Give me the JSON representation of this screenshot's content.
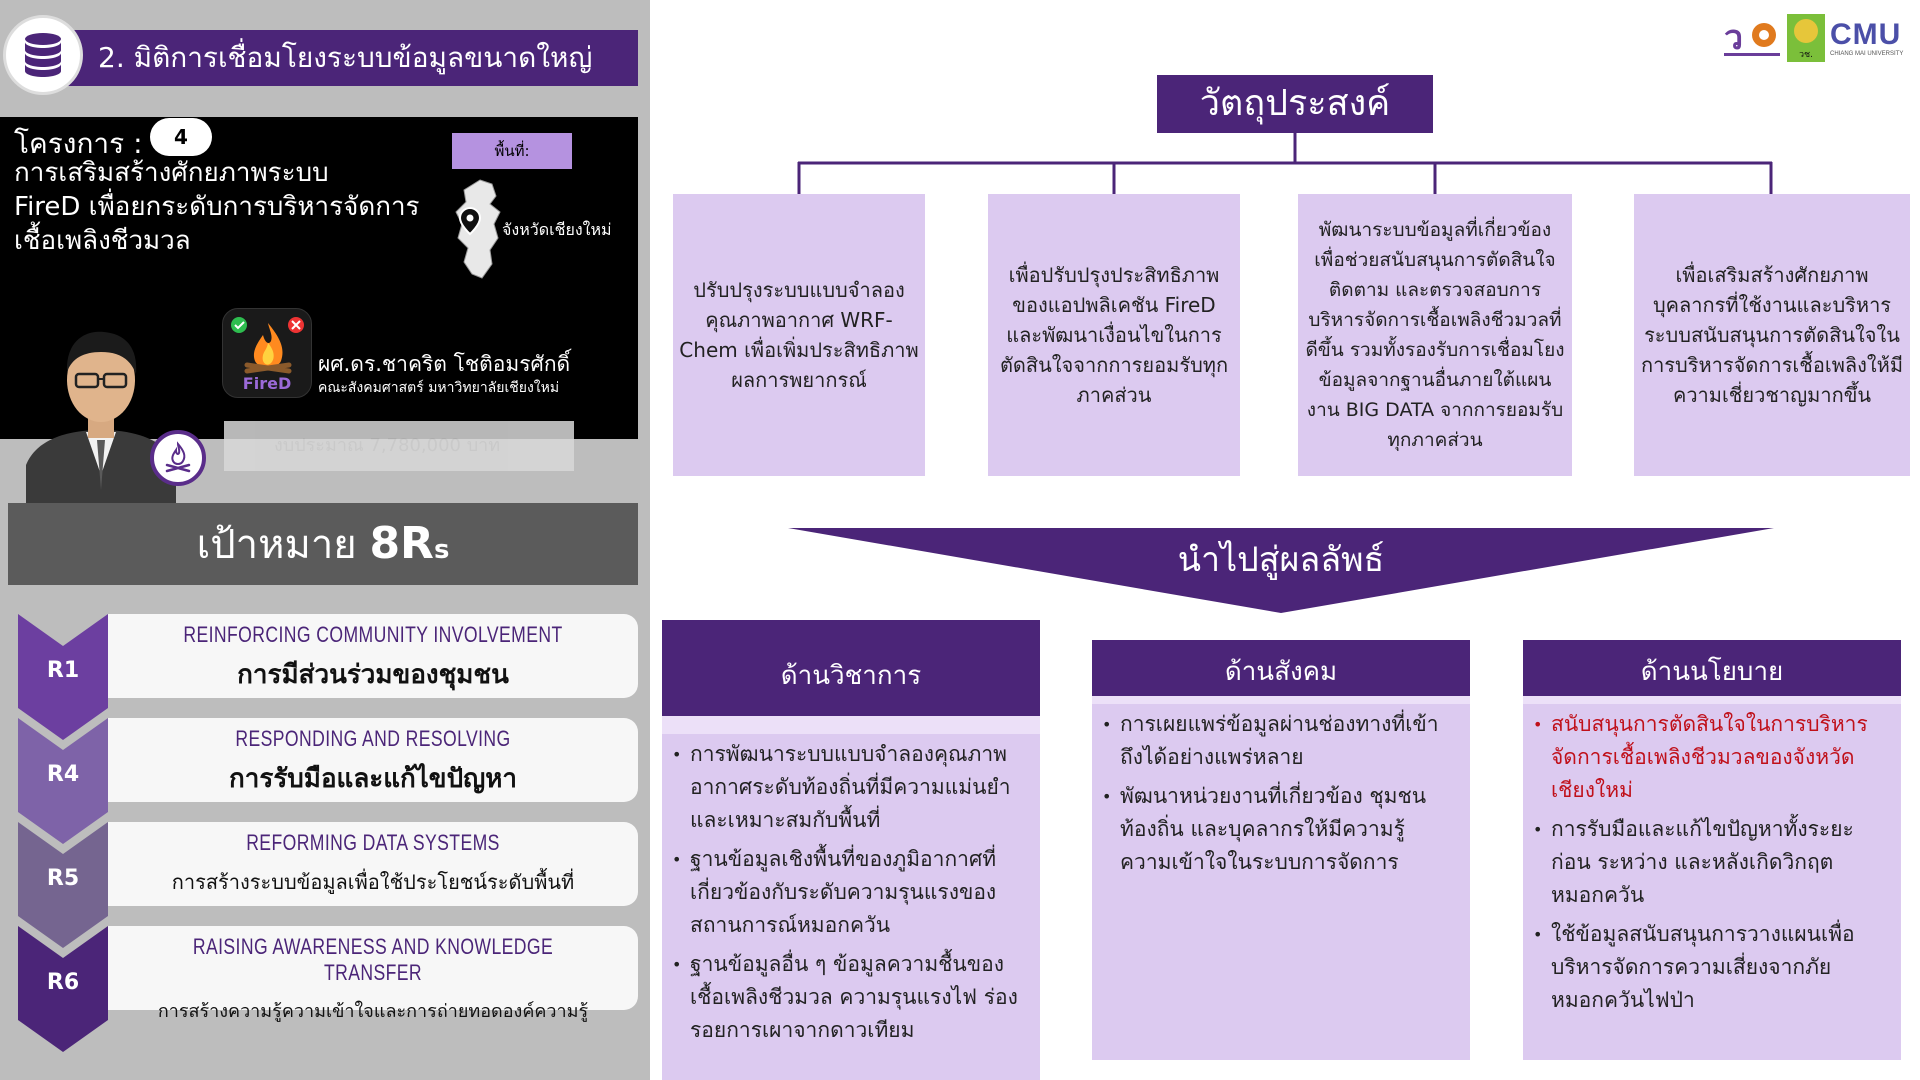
{
  "header": {
    "title": "2. มิติการเชื่อมโยงระบบข้อมูลขนาดใหญ่"
  },
  "project": {
    "label": "โครงการ :",
    "number": "4",
    "title_lines": [
      "การเสริมสร้างศักยภาพระบบ",
      "FireD เพื่อยกระดับการบริหารจัดการ",
      "เชื้อเพลิงชีวมวล"
    ],
    "area_label": "พื้นที่:",
    "province": "จังหวัดเชียงใหม่",
    "app_name": "FireD",
    "person_name": "ผศ.ดร.ชาคริต โชติอมรศักดิ์",
    "person_faculty": "คณะสังคมศาสตร์ มหาวิทยาลัยเชียงใหม่",
    "budget": "งบประมาณ 7,780,000 บาท"
  },
  "goal": {
    "label": "เป้าหมาย",
    "big": "8R",
    "suffix": "s"
  },
  "r_items": [
    {
      "code": "R1",
      "en": "REINFORCING COMMUNITY INVOLVEMENT",
      "th": "การมีส่วนร่วมของชุมชน",
      "color": "#6c3fa0"
    },
    {
      "code": "R4",
      "en": "RESPONDING AND RESOLVING",
      "th": "การรับมือและแก้ไขปัญหา",
      "color": "#7e63a8"
    },
    {
      "code": "R5",
      "en": "REFORMING DATA SYSTEMS",
      "th": "การสร้างระบบข้อมูลเพื่อใช้ประโยชน์ระดับพื้นที่",
      "color": "#756590"
    },
    {
      "code": "R6",
      "en": "RAISING AWARENESS AND KNOWLEDGE TRANSFER",
      "th": "การสร้างความรู้ความเข้าใจและการถ่ายทอดองค์ความรู้",
      "color": "#4b2578"
    }
  ],
  "logos": {
    "cmu": "CMU",
    "cmu_sub": "CHIANG MAI UNIVERSITY",
    "nrct": "วช."
  },
  "objective": {
    "title": "วัตถุประสงค์",
    "items": [
      "ปรับปรุงระบบแบบจำลองคุณภาพอากาศ WRF-Chem เพื่อเพิ่มประสิทธิภาพผลการพยากรณ์",
      "เพื่อปรับปรุงประสิทธิภาพของแอปพลิเคชัน FireD และพัฒนาเงื่อนไขในการตัดสินใจจากการยอมรับทุกภาคส่วน",
      "พัฒนาระบบข้อมูลที่เกี่ยวข้องเพื่อช่วยสนับสนุนการตัดสินใจติดตาม และตรวจสอบการบริหารจัดการเชื้อเพลิงชีวมวลที่ดีขึ้น รวมทั้งรองรับการเชื่อมโยงข้อมูลจากฐานอื่นภายใต้แผนงาน BIG DATA จากการยอมรับทุกภาคส่วน",
      "เพื่อเสริมสร้างศักยภาพบุคลากรที่ใช้งานและบริหารระบบสนับสนุนการตัดสินใจในการบริหารจัดการเชื้อเพลิงให้มีความเชี่ยวชาญมากขึ้น"
    ]
  },
  "outcome": {
    "title": "นำไปสู่ผลลัพธ์",
    "columns": [
      {
        "head": "ด้านวิชาการ",
        "items": [
          {
            "text": "การพัฒนาระบบแบบจำลองคุณภาพอากาศระดับท้องถิ่นที่มีความแม่นยำและเหมาะสมกับพื้นที่",
            "red": false
          },
          {
            "text": "ฐานข้อมูลเชิงพื้นที่ของภูมิอากาศที่เกี่ยวข้องกับระดับความรุนแรงของสถานการณ์หมอกควัน",
            "red": false
          },
          {
            "text": "ฐานข้อมูลอื่น ๆ ข้อมูลความชื้นของเชื้อเพลิงชีวมวล ความรุนแรงไฟ ร่องรอยการเผาจากดาวเทียม",
            "red": false
          }
        ]
      },
      {
        "head": "ด้านสังคม",
        "items": [
          {
            "text": "การเผยแพร่ข้อมูลผ่านช่องทางที่เข้าถึงได้อย่างแพร่หลาย",
            "red": false
          },
          {
            "text": "พัฒนาหน่วยงานที่เกี่ยวข้อง ชุมชน ท้องถิ่น และบุคลากรให้มีความรู้ความเข้าใจในระบบการจัดการ",
            "red": false
          }
        ]
      },
      {
        "head": "ด้านนโยบาย",
        "items": [
          {
            "text": "สนับสนุนการตัดสินใจในการบริหารจัดการเชื้อเพลิงชีวมวลของจังหวัดเชียงใหม่",
            "red": true
          },
          {
            "text": "การรับมือและแก้ไขปัญหาทั้งระยะก่อน ระหว่าง และหลังเกิดวิกฤตหมอกควัน",
            "red": false
          },
          {
            "text": "ใช้ข้อมูลสนับสนุนการวางแผนเพื่อบริหารจัดการความเสี่ยงจากภัยหมอกควันไฟป่า",
            "red": false
          }
        ]
      }
    ]
  },
  "colors": {
    "purple": "#4b2578",
    "lavender": "#dccaf0",
    "red": "#c0101a"
  }
}
